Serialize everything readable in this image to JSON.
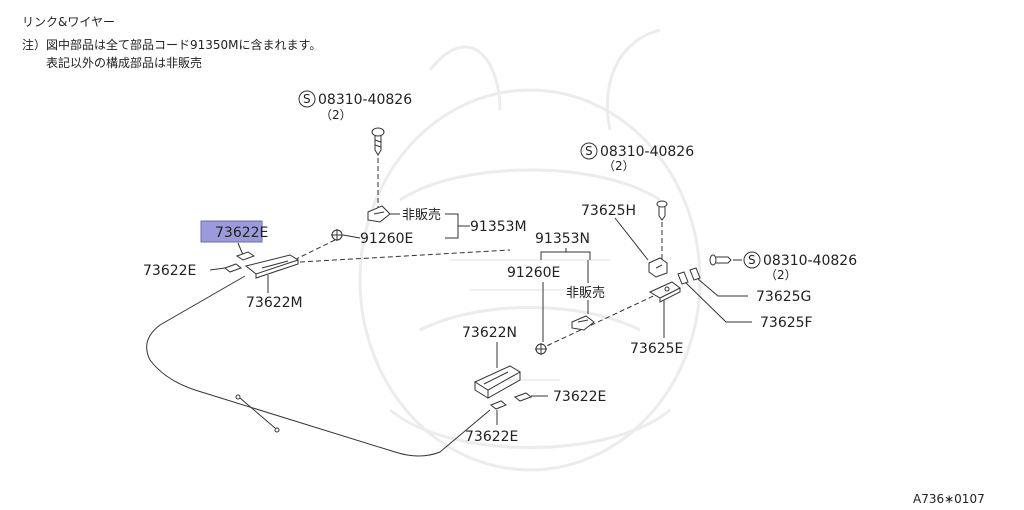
{
  "header": {
    "title": "リンク&ワイヤー",
    "note_line1": "注）図中部品は全て部品コード91350Mに含まれます。",
    "note_line2": "表記以外の構成部品は非販売"
  },
  "footer": {
    "figure_code": "A736∗0107"
  },
  "screws": {
    "top": {
      "number": "08310-40826",
      "qty": "（2）"
    },
    "right1": {
      "number": "08310-40826",
      "qty": "（2）"
    },
    "right2": {
      "number": "08310-40826",
      "qty": "（2）"
    }
  },
  "screw_symbol": "S",
  "labels": {
    "e_highlight": "73622E",
    "e_left": "73622E",
    "m": "73622M",
    "not_for_sale_left": "非販売",
    "m91353_left": "91353M",
    "e91260_left": "91260E",
    "h": "73625H",
    "n91353_right": "91353N",
    "e91260_right": "91260E",
    "not_for_sale_right": "非販売",
    "g": "73625G",
    "f": "73625F",
    "e73625": "73625E",
    "n": "73622N",
    "e_bottom_right": "73622E",
    "e_bottom": "73622E"
  },
  "colors": {
    "highlight": "#9b9bdc"
  }
}
